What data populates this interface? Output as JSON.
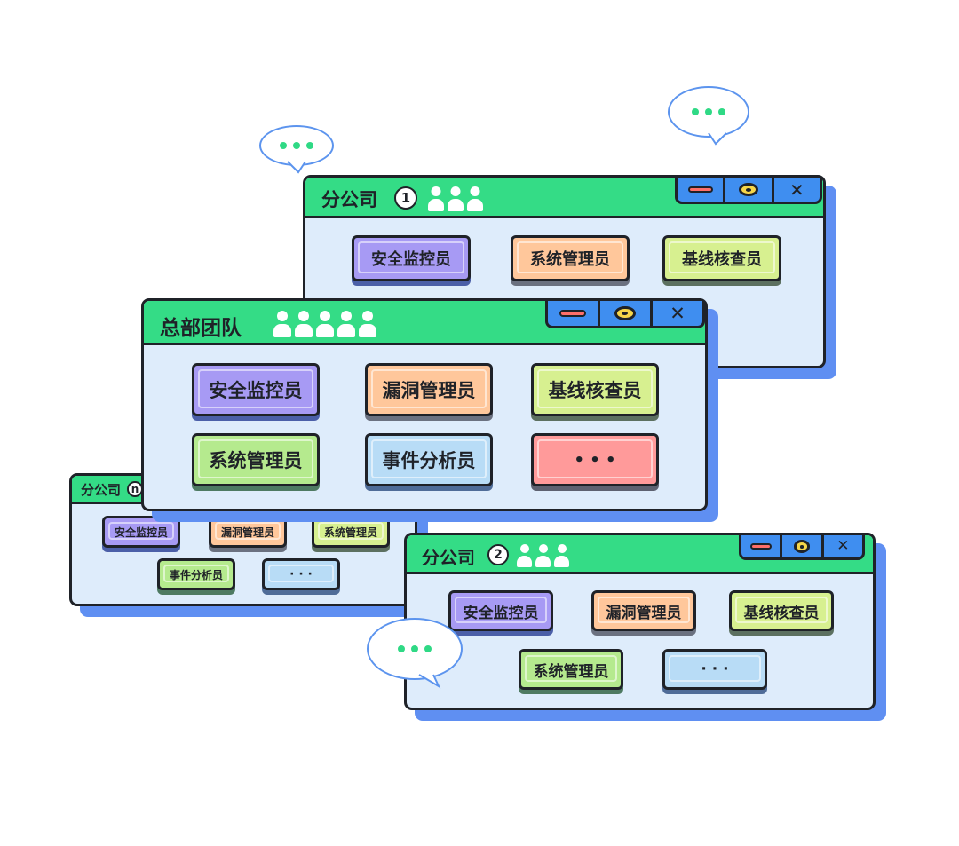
{
  "colors": {
    "titlebar": "#34dc86",
    "window_body": "#deecfb",
    "shadow": "#5f8ff2",
    "outline": "#1f2228",
    "bubble_dots": "#2fd985",
    "bubble_border": "#5c94ee"
  },
  "icons": {
    "minimize": "minimize-icon",
    "maximize": "maximize-icon",
    "close": "close-icon",
    "people": "person-icon",
    "bubble": "speech-bubble-icon"
  },
  "branch1": {
    "title": "分公司",
    "badge": "1",
    "roles": [
      "安全监控员",
      "系统管理员",
      "基线核查员"
    ]
  },
  "hq": {
    "title": "总部团队",
    "roles": [
      "安全监控员",
      "漏洞管理员",
      "基线核查员",
      "系统管理员",
      "事件分析员",
      "• • •"
    ]
  },
  "branchn": {
    "title": "分公司",
    "badge": "n",
    "roles": [
      "安全监控员",
      "漏洞管理员",
      "系统管理员",
      "事件分析员",
      "· · ·"
    ]
  },
  "branch2": {
    "title": "分公司",
    "badge": "2",
    "roles": [
      "安全监控员",
      "漏洞管理员",
      "基线核查员",
      "系统管理员",
      "· · ·"
    ]
  },
  "window_controls": {
    "close_glyph": "✕"
  }
}
